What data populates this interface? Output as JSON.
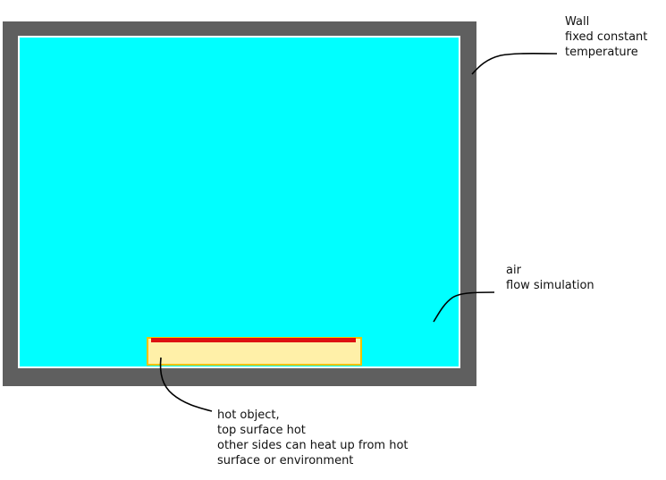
{
  "labels": {
    "wall": {
      "lines": [
        "Wall",
        "fixed constant",
        "temperature"
      ]
    },
    "air": {
      "lines": [
        "air",
        "flow simulation"
      ]
    },
    "hot_object": {
      "lines": [
        "hot object,",
        "top surface hot",
        "other sides can heat up from hot",
        "surface or environment"
      ]
    }
  },
  "colors": {
    "wall": "#5f5f5f",
    "air": "#00ffff",
    "hot_object_fill": "#fff0a8",
    "hot_object_border": "#f2c200",
    "hot_surface": "#dd1111",
    "leader_line": "#000000"
  }
}
